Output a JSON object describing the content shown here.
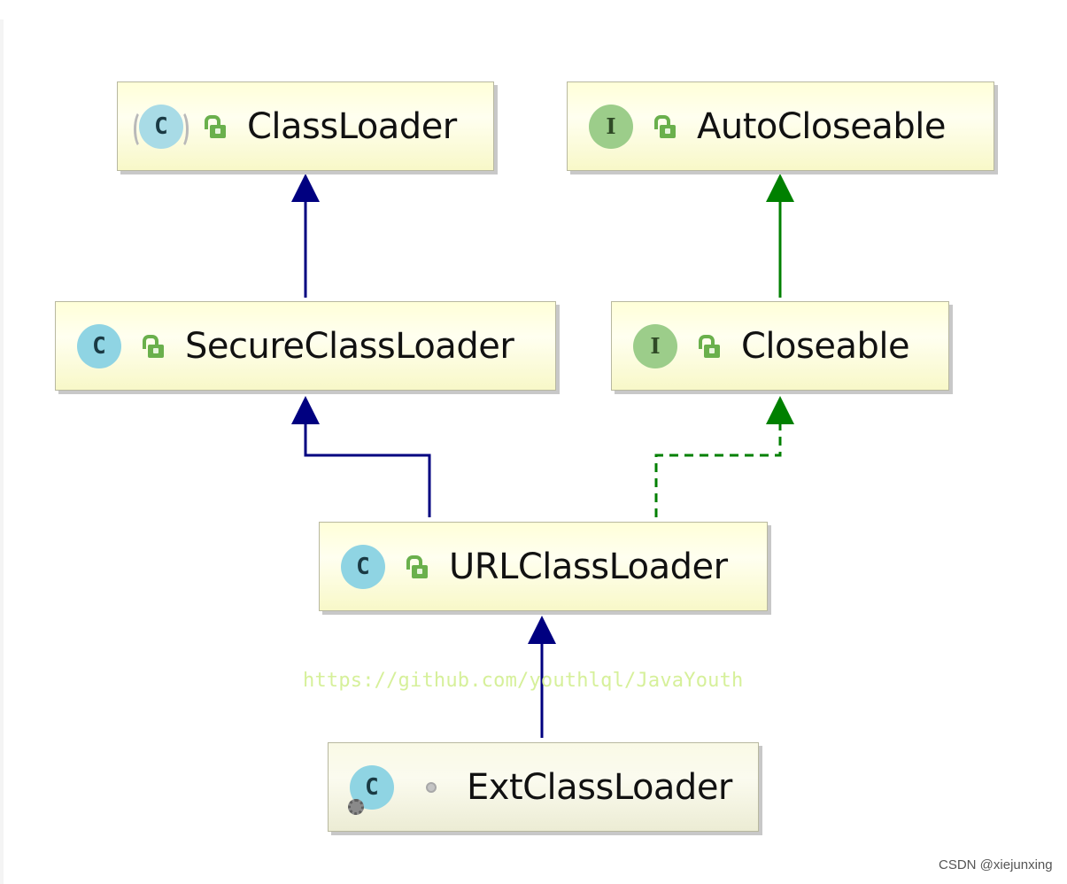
{
  "nodes": {
    "classloader": {
      "label": "ClassLoader",
      "icon": "abstract-class-icon",
      "icon_letter": "C",
      "visibility": "public"
    },
    "autocloseable": {
      "label": "AutoCloseable",
      "icon": "interface-icon",
      "icon_letter": "I",
      "visibility": "public"
    },
    "secureclassloader": {
      "label": "SecureClassLoader",
      "icon": "class-icon",
      "icon_letter": "C",
      "visibility": "public"
    },
    "closeable": {
      "label": "Closeable",
      "icon": "interface-icon",
      "icon_letter": "I",
      "visibility": "public"
    },
    "urlclassloader": {
      "label": "URLClassLoader",
      "icon": "class-icon",
      "icon_letter": "C",
      "visibility": "public"
    },
    "extclassloader": {
      "label": "ExtClassLoader",
      "icon": "static-nested-class-icon",
      "icon_letter": "C",
      "visibility": "package-private"
    }
  },
  "edges": [
    {
      "from": "SecureClassLoader",
      "to": "ClassLoader",
      "kind": "extends",
      "color": "#000080",
      "style": "solid"
    },
    {
      "from": "Closeable",
      "to": "AutoCloseable",
      "kind": "extends",
      "color": "#008000",
      "style": "solid"
    },
    {
      "from": "URLClassLoader",
      "to": "SecureClassLoader",
      "kind": "extends",
      "color": "#000080",
      "style": "solid"
    },
    {
      "from": "URLClassLoader",
      "to": "Closeable",
      "kind": "implements",
      "color": "#008000",
      "style": "dashed"
    },
    {
      "from": "ExtClassLoader",
      "to": "URLClassLoader",
      "kind": "extends",
      "color": "#000080",
      "style": "solid"
    }
  ],
  "watermark": "https://github.com/youthlql/JavaYouth",
  "credit": "CSDN @xiejunxing",
  "colors": {
    "node_fill": "#ffffe0",
    "extends_class": "#000080",
    "extends_interface": "#008000",
    "class_icon": "#8fd4e3",
    "interface_icon": "#9ccd8a",
    "lock": "#6ab04c"
  }
}
